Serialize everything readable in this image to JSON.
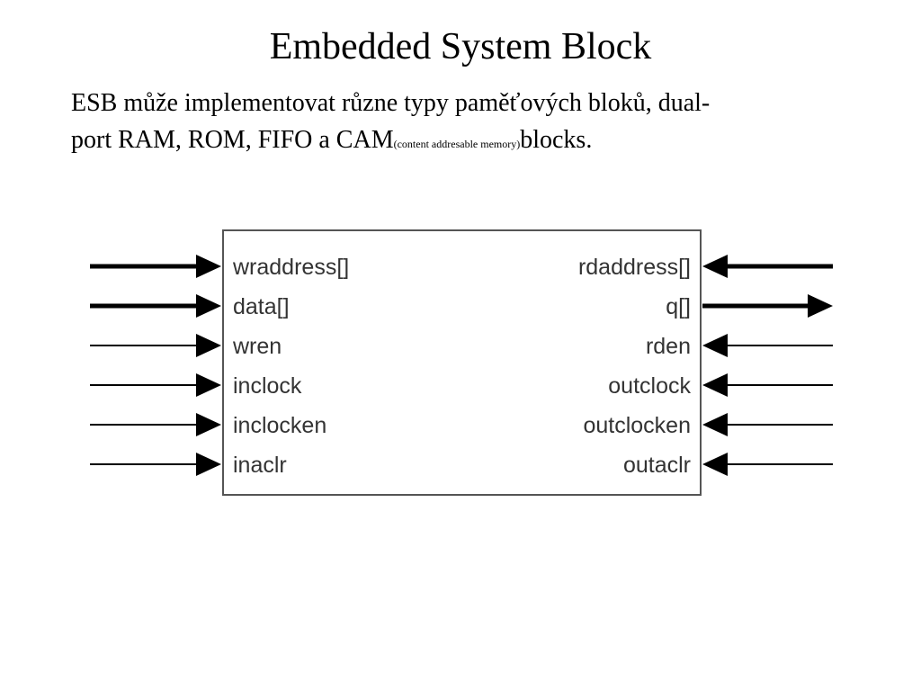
{
  "slide": {
    "title": "Embedded System Block",
    "body_line1": "ESB může implementovat různe typy paměťových bloků, dual-",
    "body_line2_start": "port RAM, ROM, FIFO a CAM",
    "body_small": "(content addresable memory)",
    "body_end": "blocks."
  },
  "diagram": {
    "input_ports": [
      {
        "label": "wraddress[]",
        "bus": true
      },
      {
        "label": "data[]",
        "bus": true
      },
      {
        "label": "wren",
        "bus": false
      },
      {
        "label": "inclock",
        "bus": false
      },
      {
        "label": "inclocken",
        "bus": false
      },
      {
        "label": "inaclr",
        "bus": false
      }
    ],
    "output_side_ports": [
      {
        "label": "rdaddress[]",
        "bus": true,
        "direction": "in"
      },
      {
        "label": "q[]",
        "bus": true,
        "direction": "out"
      },
      {
        "label": "rden",
        "bus": false,
        "direction": "in"
      },
      {
        "label": "outclock",
        "bus": false,
        "direction": "in"
      },
      {
        "label": "outclocken",
        "bus": false,
        "direction": "in"
      },
      {
        "label": "outaclr",
        "bus": false,
        "direction": "in"
      }
    ]
  }
}
